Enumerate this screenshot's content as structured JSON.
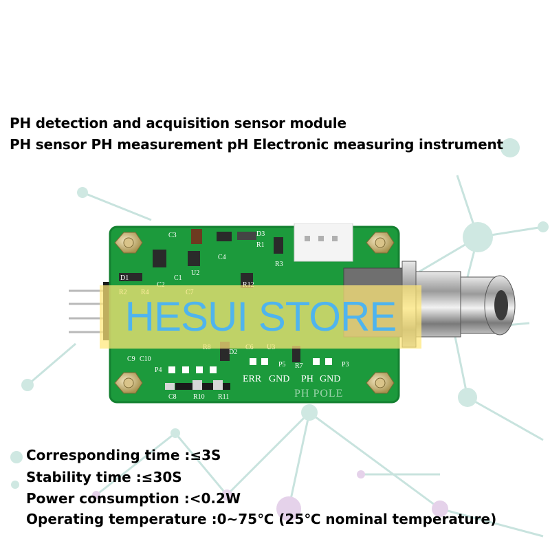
{
  "headline": {
    "line1": "PH detection and acquisition sensor module",
    "line2": "PH sensor PH measurement pH Electronic measuring instrument"
  },
  "board": {
    "silkscreen": {
      "c3": "C3",
      "d3": "D3",
      "r1": "R1",
      "c4": "C4",
      "u2": "U2",
      "c1": "C1",
      "c2": "C2",
      "r3": "R3",
      "r12": "R12",
      "r2": "R2",
      "r4": "R4",
      "c7": "C7",
      "c9": "C9",
      "c10": "C10",
      "d2": "D2",
      "r8": "R8",
      "c6": "C6",
      "p5": "P5",
      "r7": "R7",
      "p3": "P3",
      "p4": "P4",
      "c8": "C8",
      "r10": "R10",
      "r11": "R11",
      "d1": "D1",
      "u3": "U3",
      "err": "ERR",
      "gnd1": "GND",
      "ph": "PH",
      "gnd2": "GND",
      "ph_pole": "PH POLE"
    },
    "colors": {
      "pcb": "#1c9a3c",
      "pcb_edge": "#138030",
      "silk": "#ffffff"
    }
  },
  "watermark": {
    "text": "HESUI STORE",
    "text_color": "#4fb4ee",
    "band_color": "#ffe878"
  },
  "specs": {
    "corresponding_time": "Corresponding time :≤3S",
    "stability_time": "Stability time :≤30S",
    "power_consumption": "Power consumption :<0.2W",
    "operating_temperature": "Operating temperature :0~75℃ (25℃ nominal temperature)"
  }
}
